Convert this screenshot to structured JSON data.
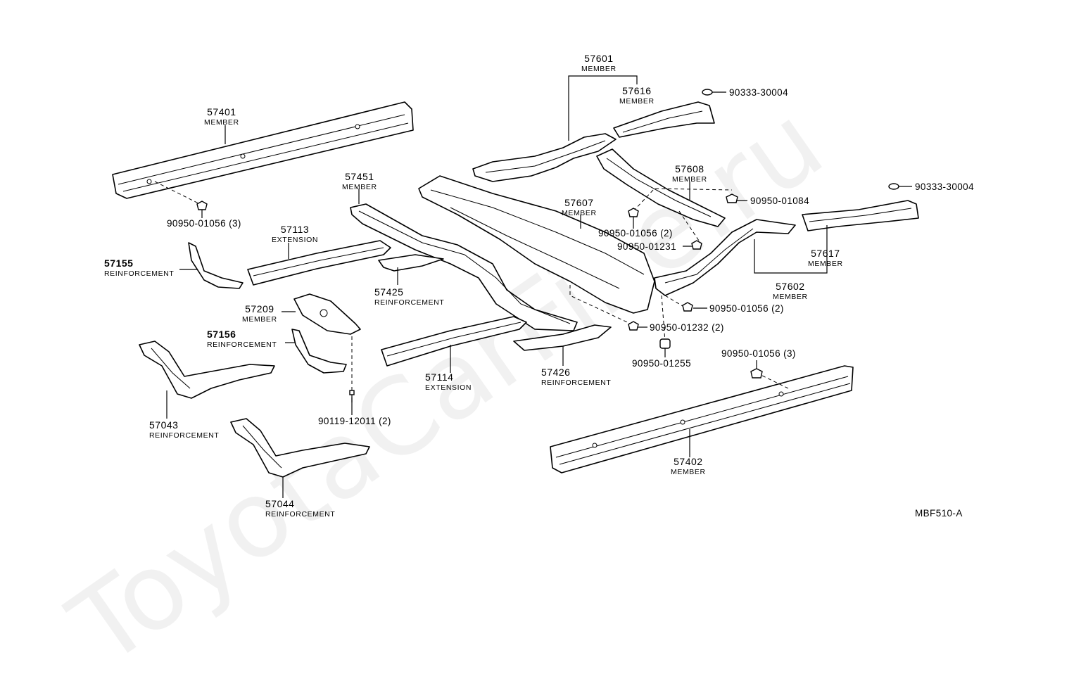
{
  "watermark": "ToyotaCarFine.ru",
  "diagram_code": "MBF510-A",
  "parts": [
    {
      "id": "p57401",
      "number": "57401",
      "name": "MEMBER"
    },
    {
      "id": "p57601",
      "number": "57601",
      "name": "MEMBER"
    },
    {
      "id": "p57616",
      "number": "57616",
      "name": "MEMBER"
    },
    {
      "id": "p57451",
      "number": "57451",
      "name": "MEMBER"
    },
    {
      "id": "p57608",
      "number": "57608",
      "name": "MEMBER"
    },
    {
      "id": "p57607",
      "number": "57607",
      "name": "MEMBER"
    },
    {
      "id": "p57113",
      "number": "57113",
      "name": "EXTENSION"
    },
    {
      "id": "p57155",
      "number": "57155",
      "name": "REINFORCEMENT"
    },
    {
      "id": "p57617",
      "number": "57617",
      "name": "MEMBER"
    },
    {
      "id": "p57425",
      "number": "57425",
      "name": "REINFORCEMENT"
    },
    {
      "id": "p57602",
      "number": "57602",
      "name": "MEMBER"
    },
    {
      "id": "p57209",
      "number": "57209",
      "name": "MEMBER"
    },
    {
      "id": "p57156",
      "number": "57156",
      "name": "REINFORCEMENT"
    },
    {
      "id": "p57114",
      "number": "57114",
      "name": "EXTENSION"
    },
    {
      "id": "p57426",
      "number": "57426",
      "name": "REINFORCEMENT"
    },
    {
      "id": "p57043",
      "number": "57043",
      "name": "REINFORCEMENT"
    },
    {
      "id": "p57402",
      "number": "57402",
      "name": "MEMBER"
    },
    {
      "id": "p57044",
      "number": "57044",
      "name": "REINFORCEMENT"
    }
  ],
  "fasteners": [
    {
      "id": "f1",
      "code": "90333-30004"
    },
    {
      "id": "f2",
      "code": "90333-30004"
    },
    {
      "id": "f3",
      "code": "90950-01084"
    },
    {
      "id": "f4",
      "code": "90950-01056 (3)"
    },
    {
      "id": "f5",
      "code": "90950-01056 (2)"
    },
    {
      "id": "f6",
      "code": "90950-01231"
    },
    {
      "id": "f7",
      "code": "90950-01056 (2)"
    },
    {
      "id": "f8",
      "code": "90950-01232 (2)"
    },
    {
      "id": "f9",
      "code": "90950-01255"
    },
    {
      "id": "f10",
      "code": "90950-01056 (3)"
    },
    {
      "id": "f11",
      "code": "90119-12011 (2)"
    }
  ]
}
